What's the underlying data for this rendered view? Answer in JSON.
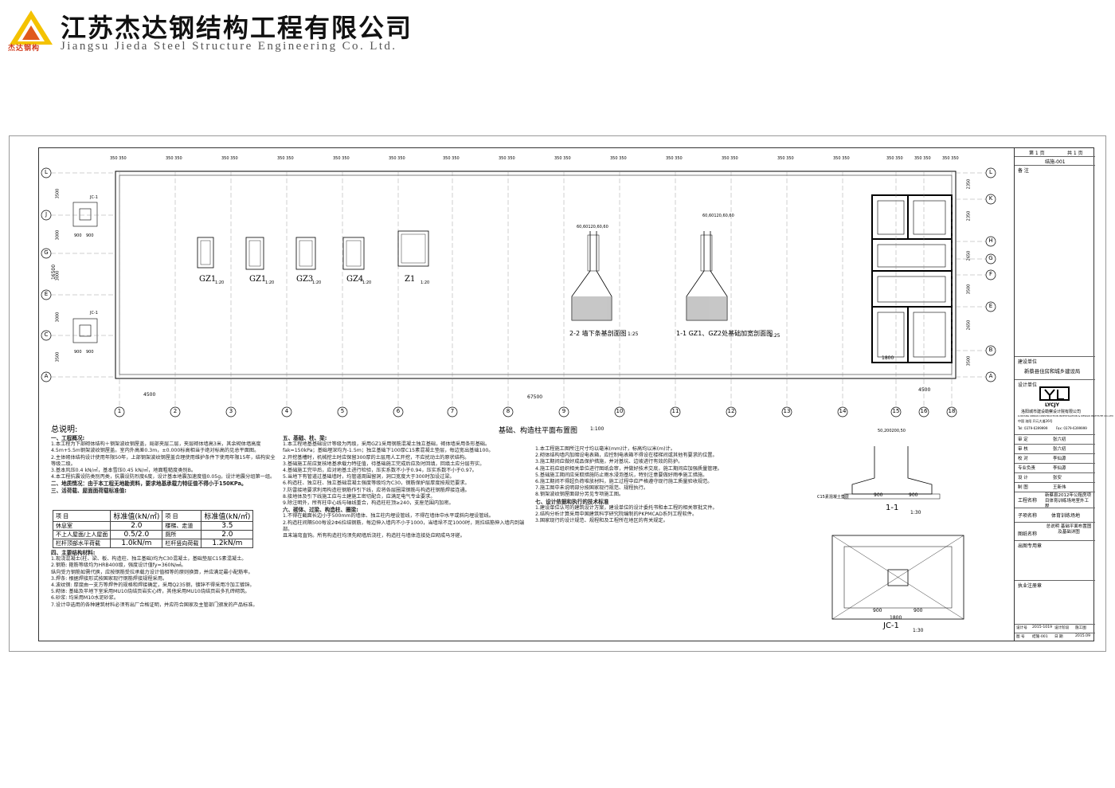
{
  "header": {
    "logo_text": "杰达钢构",
    "company_cn": "江苏杰达钢结构工程有限公司",
    "company_en": "Jiangsu Jieda Steel Structure Engineering Co. Ltd."
  },
  "plan": {
    "title": "基础、构造柱平面布置图",
    "scale": "1:100",
    "axes_bottom": [
      "1",
      "2",
      "3",
      "4",
      "5",
      "6",
      "7",
      "8",
      "9",
      "10",
      "11",
      "12",
      "13",
      "14",
      "15",
      "16",
      "18"
    ],
    "axes_left": [
      "L",
      "J",
      "G",
      "E",
      "C",
      "A"
    ],
    "axes_right": [
      "L",
      "K",
      "H",
      "G",
      "F",
      "E",
      "B",
      "A"
    ],
    "total_length": "67500",
    "left_span": "4500",
    "right_span": "4500",
    "left_dims": [
      "3500",
      "3000",
      "3000",
      "3000",
      "3500"
    ],
    "left_total": "16500",
    "right_dims": [
      "2350",
      "2350",
      "2650",
      "3500",
      "2650",
      "3500"
    ],
    "top_dims": [
      "350",
      "350",
      "350",
      "350",
      "350",
      "350",
      "350",
      "350",
      "350",
      "350",
      "350",
      "350",
      "350",
      "350",
      "350",
      "350",
      "350"
    ],
    "jc_labels": [
      "JC-1",
      "JC-1"
    ],
    "foot_dims": [
      "900",
      "900",
      "900",
      "900"
    ],
    "right_foot": "1800"
  },
  "columns": [
    {
      "name": "GZ1",
      "scale": "1:20"
    },
    {
      "name": "GZ1",
      "scale": "1:20"
    },
    {
      "name": "GZ3",
      "scale": "1:20"
    },
    {
      "name": "GZ4",
      "scale": "1:20"
    },
    {
      "name": "Z1",
      "scale": "1:20"
    }
  ],
  "sections": [
    {
      "name": "2-2 墙下条基剖面图",
      "scale": "1:25",
      "dims": "60,60120,60,60"
    },
    {
      "name": "1-1 GZ1、GZ2处基础加宽剖面图",
      "scale": "1:25",
      "dims": "60,60120,60,60"
    }
  ],
  "detail_11": {
    "label": "1-1",
    "scale": "1:30",
    "dims": [
      "900",
      "900"
    ],
    "note": "C15素混凝土垫层",
    "top": "50,200200,50"
  },
  "detail_jc": {
    "label": "JC-1",
    "scale": "1:30",
    "dims": [
      "900",
      "900",
      "1800"
    ]
  },
  "notes": {
    "title": "总说明:",
    "col1": [
      {
        "h": "一、工程概况:"
      },
      {
        "t": "1.本工程为下部砌体结构＋钢架波纹钢屋盖，局部夹层二层，夹层砌体墙高3米，其余砌体墙高度"
      },
      {
        "t": "4.5m+5.5m钢架波纹钢屋盖。室内外高差0.3m，±0.000标高相当于绝对标高的见总平面图。"
      },
      {
        "t": "2.主体砌体结构设计使用年限50年，上部钢架波纹钢屋盖合理使用维护条件下使用年限15年，结构安全等级二级。"
      },
      {
        "t": "3.基本风压0.4 kN/㎡，基本雪压0.45 kN/㎡，地面粗糙度类别B。"
      },
      {
        "t": "4.本工程抗震设防类别丙类，抗震设防烈度6度，设计基本地震加速度值0.05g，设计地震分组第一组。"
      },
      {
        "h": "二、地质情况：由于本工程无地勘资料，要求地基承载力特征值不得小于150KPa。"
      },
      {
        "h": "三、活荷载、屋面面荷载标准值:"
      }
    ],
    "load_table": {
      "head": [
        "项 目",
        "标准值(kN/㎡)",
        "项 目",
        "标准值(kN/㎡)"
      ],
      "rows": [
        [
          "休息室",
          "2.0",
          "楼梯、走道",
          "3.5"
        ],
        [
          "不上人屋面/上人屋面",
          "0.5/2.0",
          "厕所",
          "2.0"
        ],
        [
          "栏杆顶部水平荷载",
          "1.0kN/m",
          "栏杆竖向荷载",
          "1.2kN/m"
        ]
      ]
    },
    "col1b": [
      {
        "h": "四、主要结构材料:"
      },
      {
        "t": "1.现浇混凝土(柱、梁、板、构造柱、独立基础)均为C30混凝土，基础垫层C15素混凝土。"
      },
      {
        "t": "2.钢筋: 箍筋等级均为HRB400级，强度设计值fy=360N/㎟。"
      },
      {
        "t": "纵向受力钢筋如需代换，应按钢筋受拉承载力设计值相等的原则换算，并应满足最小配筋率。"
      },
      {
        "t": "3.焊条: 根据焊接形式按国家现行钢筋焊接规程采用。"
      },
      {
        "t": "4.波纹钢: 厚度由一支方等焊件的规格和焊接确定，采用Q235钢，镀锌不得采用冷加工镀锌。"
      },
      {
        "t": "5.砌体: 基础及半地下室采用MU10烧结页岩实心砖，其他采用MU10烧结页岩多孔砖砌筑。"
      },
      {
        "t": "6.砂浆: 均采用M10水泥砂浆。"
      },
      {
        "t": "7.设计中选用的各种建筑材料必须有出厂合格证明，并应符合国家及主管部门颁发的产品标准。"
      }
    ],
    "col2": [
      {
        "h": "五、基础、柱、梁:"
      },
      {
        "t": "1.本工程地基基础设计等级为丙级，采用GZ1采用钢筋混凝土独立基础，砌体墙采用条形基础。"
      },
      {
        "t": "fak=150kPa；基础埋深均为-1.5m；独立基础下100厚C15素混凝土垫层，每边宽出基础100。"
      },
      {
        "t": "2.开挖基槽时，机械挖土时应保留300厚的土层用人工开挖，不应扰动土的原状结构。"
      },
      {
        "t": "3.基础施工前应复核地基承载力特征值，待基础施工完成后应及时回填，回填土应分层夯实。"
      },
      {
        "t": "4.基础施工完毕后，应对地基土进行检验，压实系数不小于0.94，压实系数不小于0.97。"
      },
      {
        "t": "5.当地下有管道过基础墙时，均管道周围留洞，洞口宽度大于300时加设过梁。"
      },
      {
        "t": "6.构造柱、独立柱、独立基础混凝土强度等级均为C30，钢筋保护层厚度按规范要求。"
      },
      {
        "t": "7.防雷接地要求利用构造柱钢筋作引下线，应将各层圈梁钢筋与构造柱钢筋焊接连通。"
      },
      {
        "t": "8.接地体及引下线施工应与土建施工密切配合，应满足电气专业要求。"
      },
      {
        "t": "9.除注明外，所有柱中心线与轴线重合，构造柱柱顶≥240，支座范围内加密。"
      },
      {
        "h": "六、砌体、过梁、构造柱、圈梁:"
      },
      {
        "t": "1.不得在截面长边小于500mm的墙体、独立柱内埋设管线，不得在墙体中水平或斜向埋设管线。"
      },
      {
        "t": "2.构造柱间隔500每设2Φ6拉结钢筋，每边伸入墙内不小于1000，当墙垛不足1000时，则拉结筋伸入墙内到端部。"
      },
      {
        "t": "且末端弯直钩。所有构造柱均须先砌墙后浇柱，构造柱与墙体连接处应砌成马牙槎。"
      }
    ],
    "col3": [
      {
        "t": "1.本工程施工图所注尺寸均以毫米(mm)计，标高均以米(m)计。"
      },
      {
        "t": "2.砌体结构墙内加暗设电表箱，应控制电表箱不得设在楼梯间或其他有要求的位置。"
      },
      {
        "t": "3.施工期间应做好成品保护措施，并对基坑、边坡进行有效的防护。"
      },
      {
        "t": "4.施工前应组织相关单位进行图纸会审，并做好技术交底，施工期间应加强质量管理。"
      },
      {
        "t": "5.基础施工期间应采取措施防止雨水浸泡基坑，特别注意要做好雨季施工措施。"
      },
      {
        "t": "6.施工期间不得超负荷堆放材料，施工过程中应严格遵守现行施工质量验收规范。"
      },
      {
        "t": "7.施工图中未说明部分按国家现行规范、规程执行。"
      },
      {
        "t": "8.钢架波纹钢屋面部分另见专项施工图。"
      },
      {
        "h": "七、设计依据和执行的技术标准"
      },
      {
        "t": "1.建设单位认可的建筑设计方案，建设单位的设计委托书和本工程的相关审批文件。"
      },
      {
        "t": "2.结构分析计算采用中国建筑科学研究院编制的PKPMCAD系列工程软件。"
      },
      {
        "t": "3.国家现行的设计规范、规程和及工程所在地区的有关规定。"
      }
    ]
  },
  "title_block": {
    "sheet": "第 1 页",
    "total": "共 1 页",
    "drawing_no": "结施-001",
    "remark_label": "备 注",
    "client_label": "建设单位",
    "client": "新蔡县住房和城乡建设局",
    "designer_label": "设计单位",
    "design_brand": "LYCJY",
    "design_cn": "洛阳城市建设勘察设计院有限公司",
    "design_en": "LUOYANG URBAN CONSTRUCTION INVESTIGATION & DESIGN INSTITUTE CO.,LTD",
    "address": "中国 洛阳 开元大道26号",
    "tel": "Tel: 0379-6399999",
    "fax": "Fax: 0379-6399999",
    "staff": [
      [
        "审 定",
        "张六初"
      ],
      [
        "审 核",
        "张六初"
      ],
      [
        "校 对",
        "李仙源"
      ],
      [
        "专业负责",
        "李仙源"
      ],
      [
        "设 计",
        "张安"
      ],
      [
        "制 图",
        "王新伟"
      ]
    ],
    "project_label": "工程名称",
    "project": "新蔡县2012年公租房项目体育训练场地室外工程",
    "subitem_label": "子项名称",
    "subitem": "体育训练场地",
    "drawing_label": "图纸名称",
    "drawing_name": "总说明 基础平面布置图及基础详图",
    "stamp_label": "出图专用章",
    "reg_label": "执业注册章",
    "footer": [
      [
        "设计号",
        "2015-1019",
        "设计阶段",
        "施工图"
      ],
      [
        "图 号",
        "结施-001",
        "日 期",
        "2015.09"
      ]
    ]
  }
}
